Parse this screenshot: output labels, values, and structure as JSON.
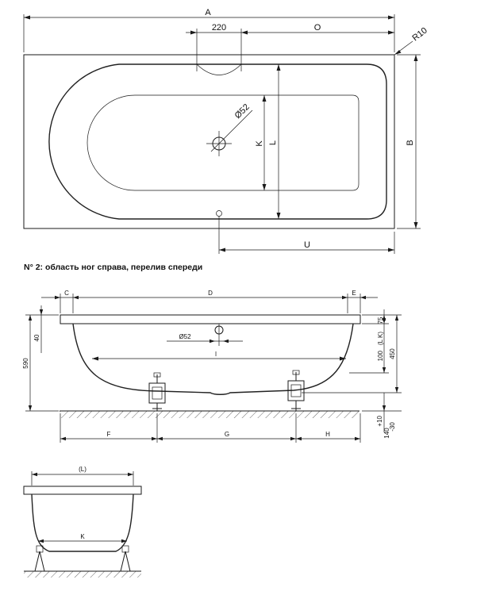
{
  "top_view": {
    "dim_a": "A",
    "dim_220": "220",
    "dim_o": "O",
    "dim_r10": "R10",
    "dim_d52": "Ø52",
    "dim_k": "K",
    "dim_l": "L",
    "dim_b": "B",
    "dim_u": "U"
  },
  "caption": "N° 2: область ног справа, перелив спереди",
  "side_view": {
    "dim_c": "C",
    "dim_d": "D",
    "dim_e": "E",
    "dim_75": "75",
    "dim_40": "40",
    "dim_590": "590",
    "dim_d52": "Ø52",
    "dim_100": "100",
    "dim_lk": "(L K)",
    "dim_450": "450",
    "dim_l": "l",
    "dim_plus10": "+10",
    "dim_140": "140",
    "dim_minus30": "-30",
    "dim_f": "F",
    "dim_g": "G",
    "dim_h": "H"
  },
  "end_view": {
    "dim_l": "(L)",
    "dim_k": "K"
  }
}
